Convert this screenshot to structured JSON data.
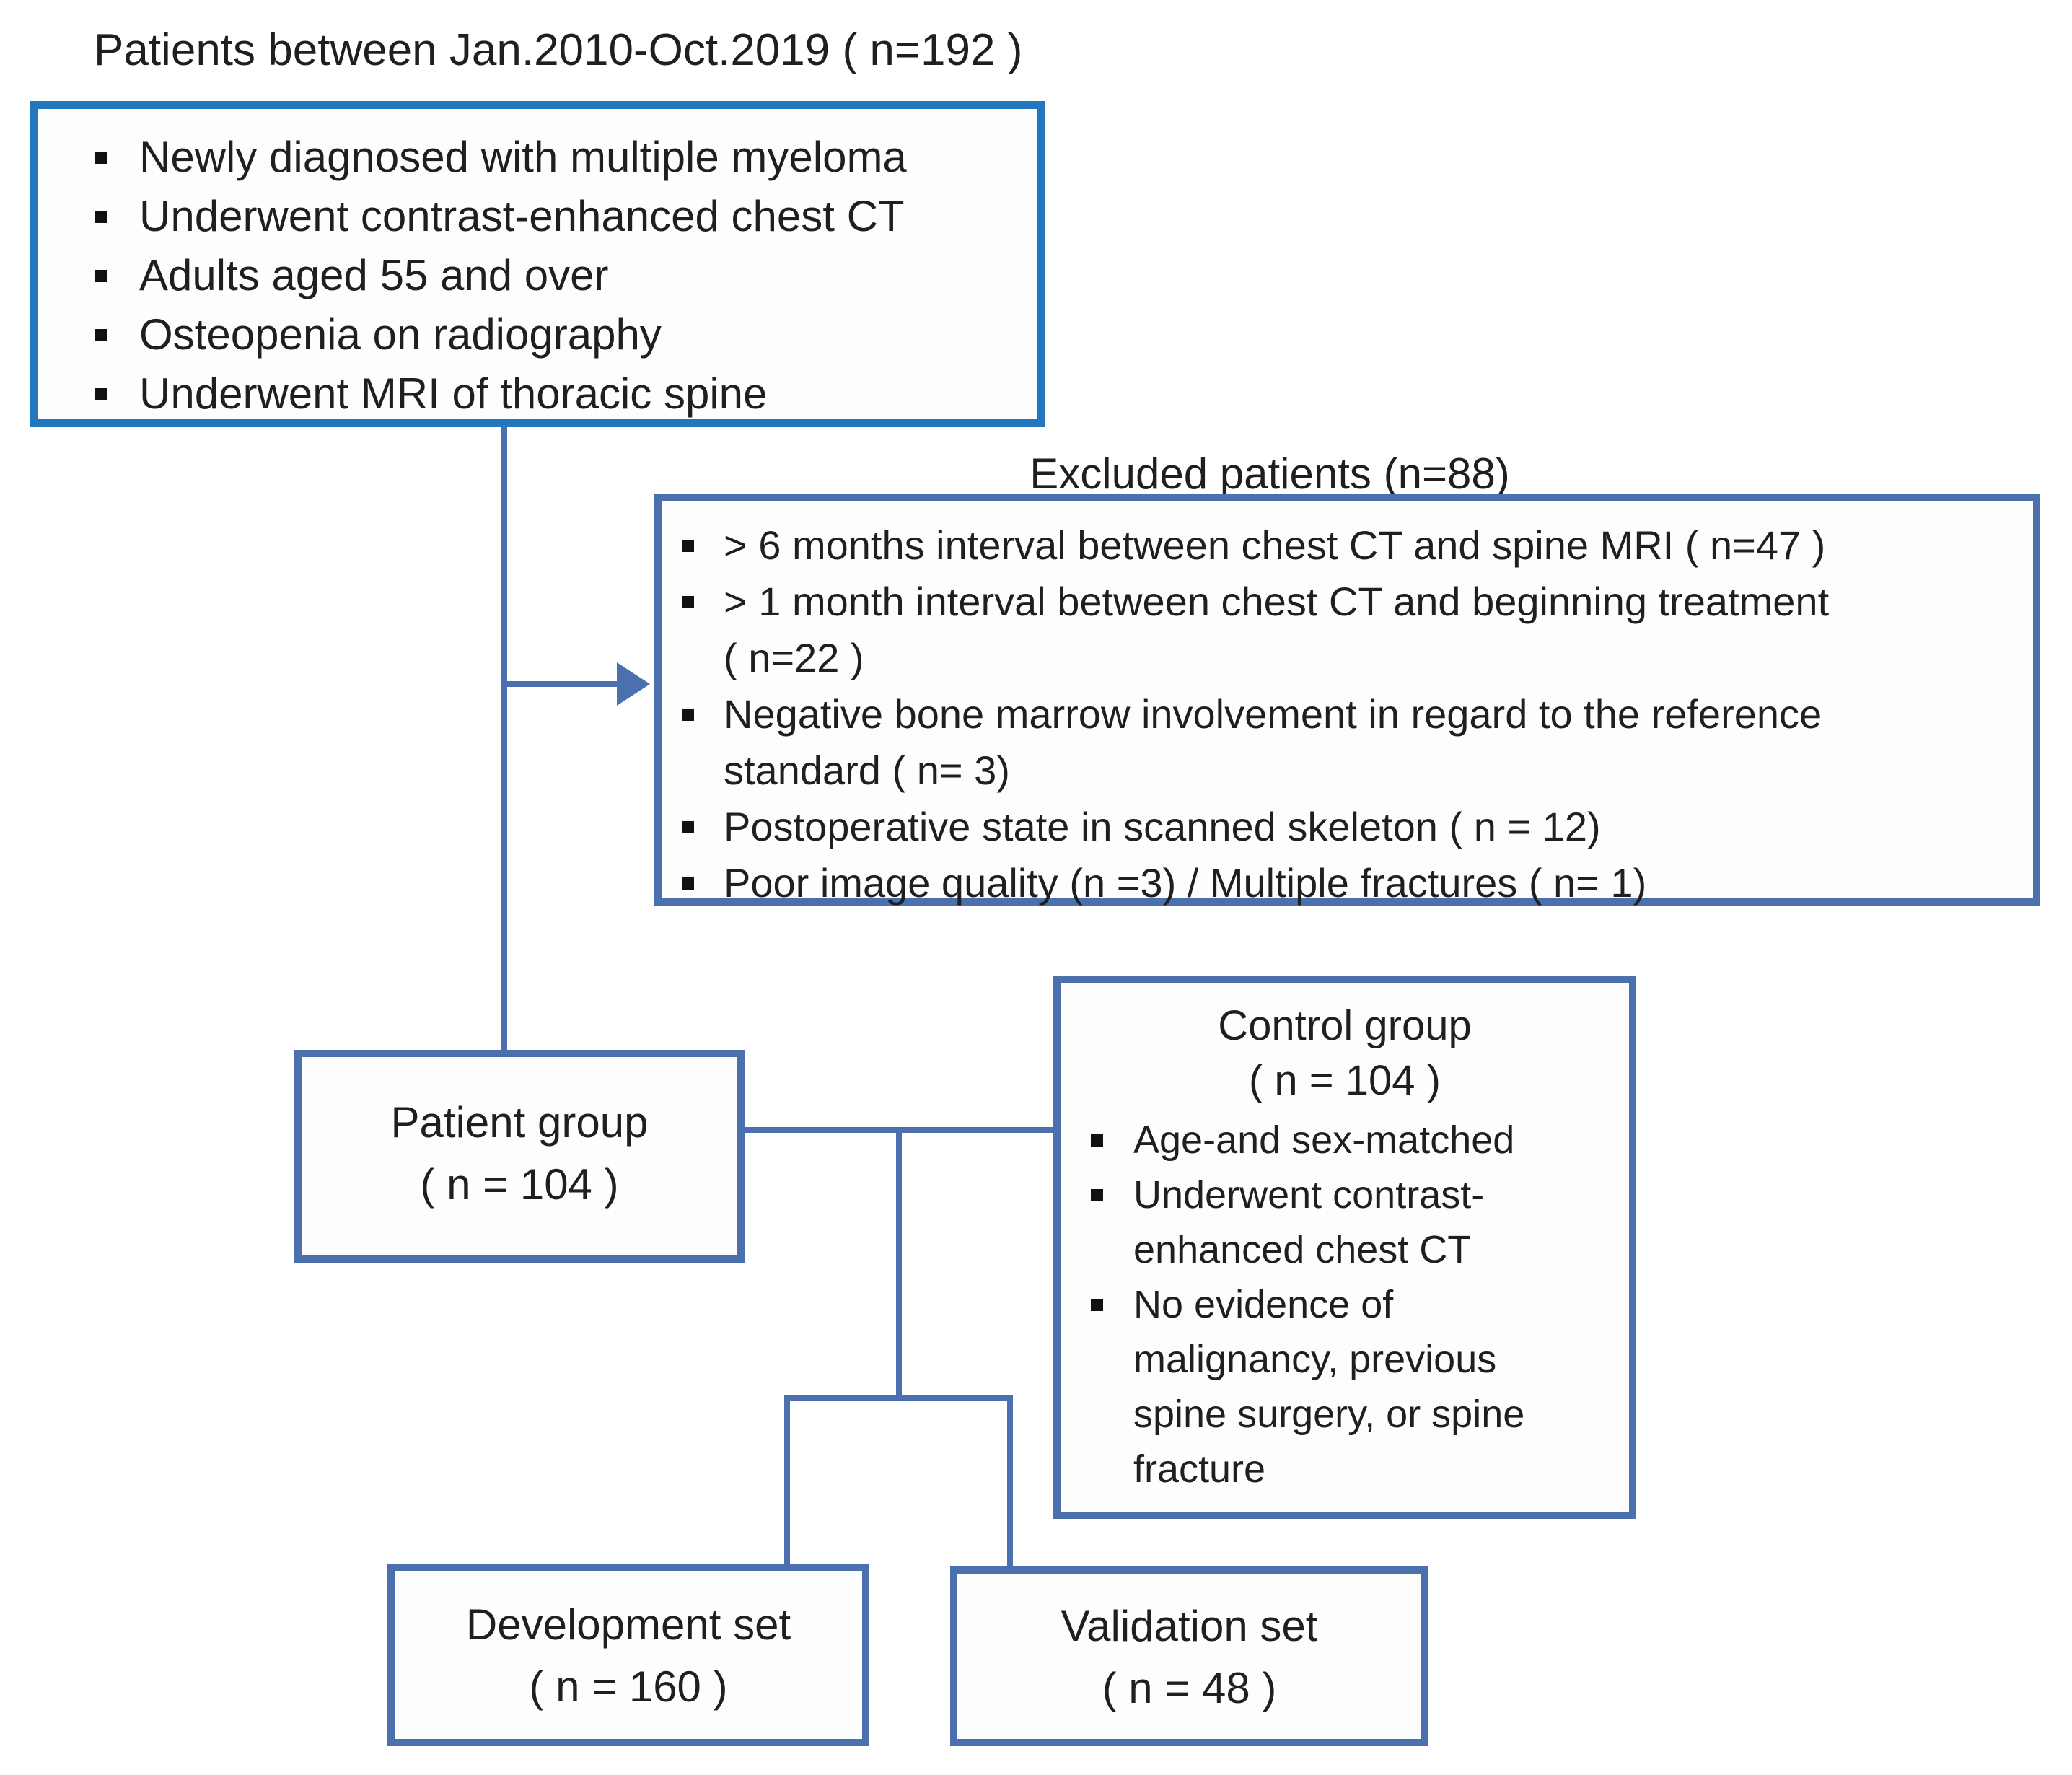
{
  "colors": {
    "inclusion_border": "#2277be",
    "box_border": "#4b70ad",
    "connector_line": "#4b70ad",
    "text": "#1f1f1f",
    "background": "#ffffff"
  },
  "title": "Patients between Jan.2010-Oct.2019 ( n=192 )",
  "inclusion_box": {
    "items": [
      "Newly diagnosed with multiple myeloma",
      "Underwent contrast-enhanced chest CT",
      "Adults aged 55 and over",
      "Osteopenia on radiography",
      "Underwent MRI of thoracic spine"
    ]
  },
  "excluded": {
    "label": "Excluded patients (n=88)",
    "items": [
      [
        "> 6 months interval between chest CT and spine MRI ( n=47 )"
      ],
      [
        "> 1 month interval between chest CT and beginning treatment",
        "( n=22 )"
      ],
      [
        "Negative bone marrow involvement in regard to the reference",
        "standard ( n= 3)"
      ],
      [
        "Postoperative state in scanned skeleton ( n = 12)"
      ],
      [
        "Poor image quality (n =3) / Multiple fractures ( n= 1)"
      ]
    ]
  },
  "patient_box": {
    "line1": "Patient group",
    "line2": "( n = 104 )"
  },
  "control_box": {
    "title1": "Control group",
    "title2": "( n = 104 )",
    "items": [
      [
        "Age-and sex-matched"
      ],
      [
        "Underwent contrast-",
        "enhanced chest CT"
      ],
      [
        "No evidence of",
        "malignancy, previous",
        "spine surgery, or spine",
        "fracture"
      ]
    ]
  },
  "development_box": {
    "line1": "Development set",
    "line2": "( n = 160 )"
  },
  "validation_box": {
    "line1": "Validation set",
    "line2": "( n = 48 )"
  }
}
